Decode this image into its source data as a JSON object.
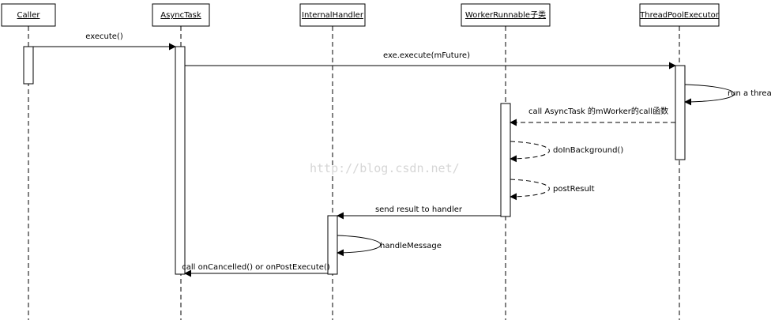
{
  "participants": [
    {
      "id": "caller",
      "name": "Caller"
    },
    {
      "id": "asynctask",
      "name": "AsyncTask"
    },
    {
      "id": "handler",
      "name": "InternalHandler"
    },
    {
      "id": "worker",
      "name": "WorkerRunnable子类"
    },
    {
      "id": "executor",
      "name": "ThreadPoolExecutor"
    }
  ],
  "messages": [
    {
      "id": "m1",
      "from": "caller",
      "to": "asynctask",
      "label": "execute()",
      "style": "solid"
    },
    {
      "id": "m2",
      "from": "asynctask",
      "to": "executor",
      "label": "exe.execute(mFuture)",
      "style": "solid"
    },
    {
      "id": "m3",
      "from": "executor",
      "to": "executor",
      "label": "run a thread",
      "style": "solid",
      "self": true
    },
    {
      "id": "m4",
      "from": "executor",
      "to": "worker",
      "label": "call AsyncTask 的mWorker的call函数",
      "style": "dashed"
    },
    {
      "id": "m5",
      "from": "worker",
      "to": "worker",
      "label": "doInBackground()",
      "style": "dashed",
      "self": true
    },
    {
      "id": "m6",
      "from": "worker",
      "to": "worker",
      "label": "postResult",
      "style": "dashed",
      "self": true
    },
    {
      "id": "m7",
      "from": "worker",
      "to": "handler",
      "label": "send result to handler",
      "style": "solid"
    },
    {
      "id": "m8",
      "from": "handler",
      "to": "handler",
      "label": "handleMessage",
      "style": "solid",
      "self": true
    },
    {
      "id": "m9",
      "from": "handler",
      "to": "asynctask",
      "label": "call onCancelled() or onPostExecute()",
      "style": "solid"
    }
  ],
  "watermark": "http://blog.csdn.net/"
}
